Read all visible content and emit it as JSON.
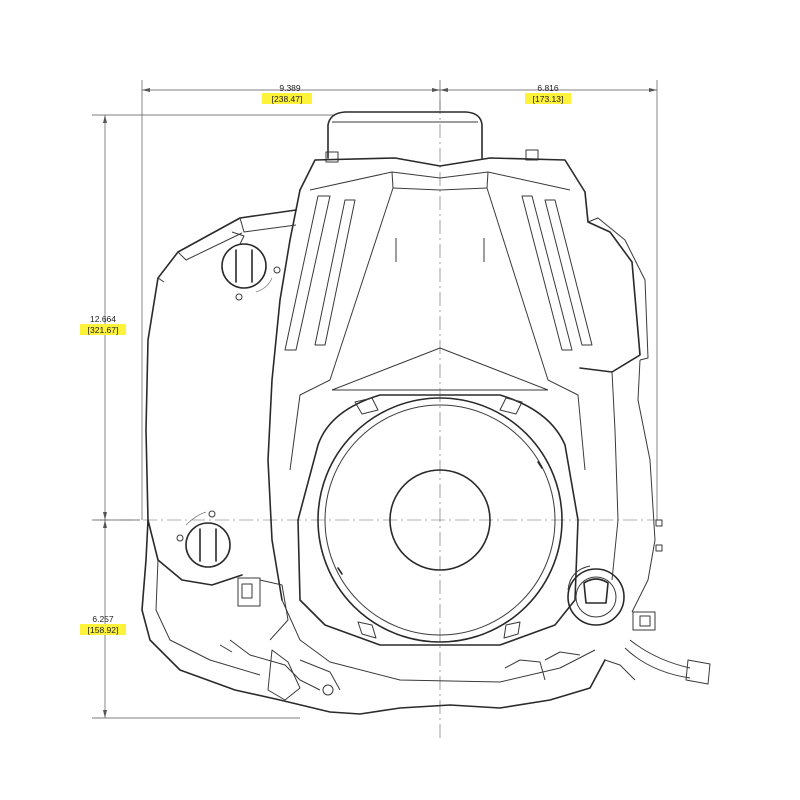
{
  "dimensions": {
    "top_left": {
      "imperial": "9.389",
      "metric": "[238.47]"
    },
    "top_right": {
      "imperial": "6.816",
      "metric": "[173.13]"
    },
    "left_upper": {
      "imperial": "12.664",
      "metric": "[321.67]"
    },
    "left_lower": {
      "imperial": "6.257",
      "metric": "[158.92]"
    }
  },
  "highlight_color": "#fff23a",
  "line_color": "#2a2a2a"
}
